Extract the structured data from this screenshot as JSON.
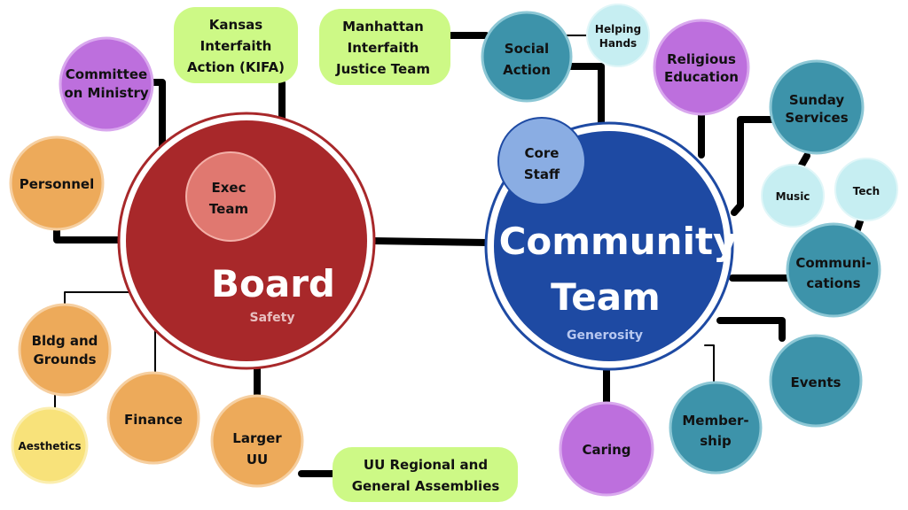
{
  "colors": {
    "board": "#A8282A",
    "exec": "#E07870",
    "community": "#1E4AA3",
    "core_staff": "#8AADE3",
    "orange": "#EDAA5A",
    "yellow": "#F8E27A",
    "purple": "#BD6FDD",
    "teal": "#3D93AA",
    "light_teal": "#C6EEF2",
    "green": "#CDF986"
  },
  "board": {
    "title": "Board",
    "subtitle": "Safety",
    "exec": [
      "Exec",
      "Team"
    ]
  },
  "community": {
    "title": [
      "Community",
      "Team"
    ],
    "subtitle": "Generosity",
    "core": [
      "Core",
      "Staff"
    ]
  },
  "nodes": {
    "committee": [
      "Committee",
      "on Ministry"
    ],
    "personnel": [
      "Personnel"
    ],
    "bldg": [
      "Bldg and",
      "Grounds"
    ],
    "aesthetics": [
      "Aesthetics"
    ],
    "finance": [
      "Finance"
    ],
    "larger_uu": [
      "Larger",
      "UU"
    ],
    "kifa": [
      "Kansas",
      "Interfaith",
      "Action (KIFA)"
    ],
    "mijt": [
      "Manhattan",
      "Interfaith",
      "Justice Team"
    ],
    "uu_regional": [
      "UU Regional and",
      "General Assemblies"
    ],
    "social_action": [
      "Social",
      "Action"
    ],
    "helping_hands": [
      "Helping",
      "Hands"
    ],
    "religious_ed": [
      "Religious",
      "Education"
    ],
    "sunday": [
      "Sunday",
      "Services"
    ],
    "music": [
      "Music"
    ],
    "tech": [
      "Tech"
    ],
    "communications": [
      "Communi-",
      "cations"
    ],
    "events": [
      "Events"
    ],
    "membership": [
      "Member-",
      "ship"
    ],
    "caring": [
      "Caring"
    ]
  }
}
